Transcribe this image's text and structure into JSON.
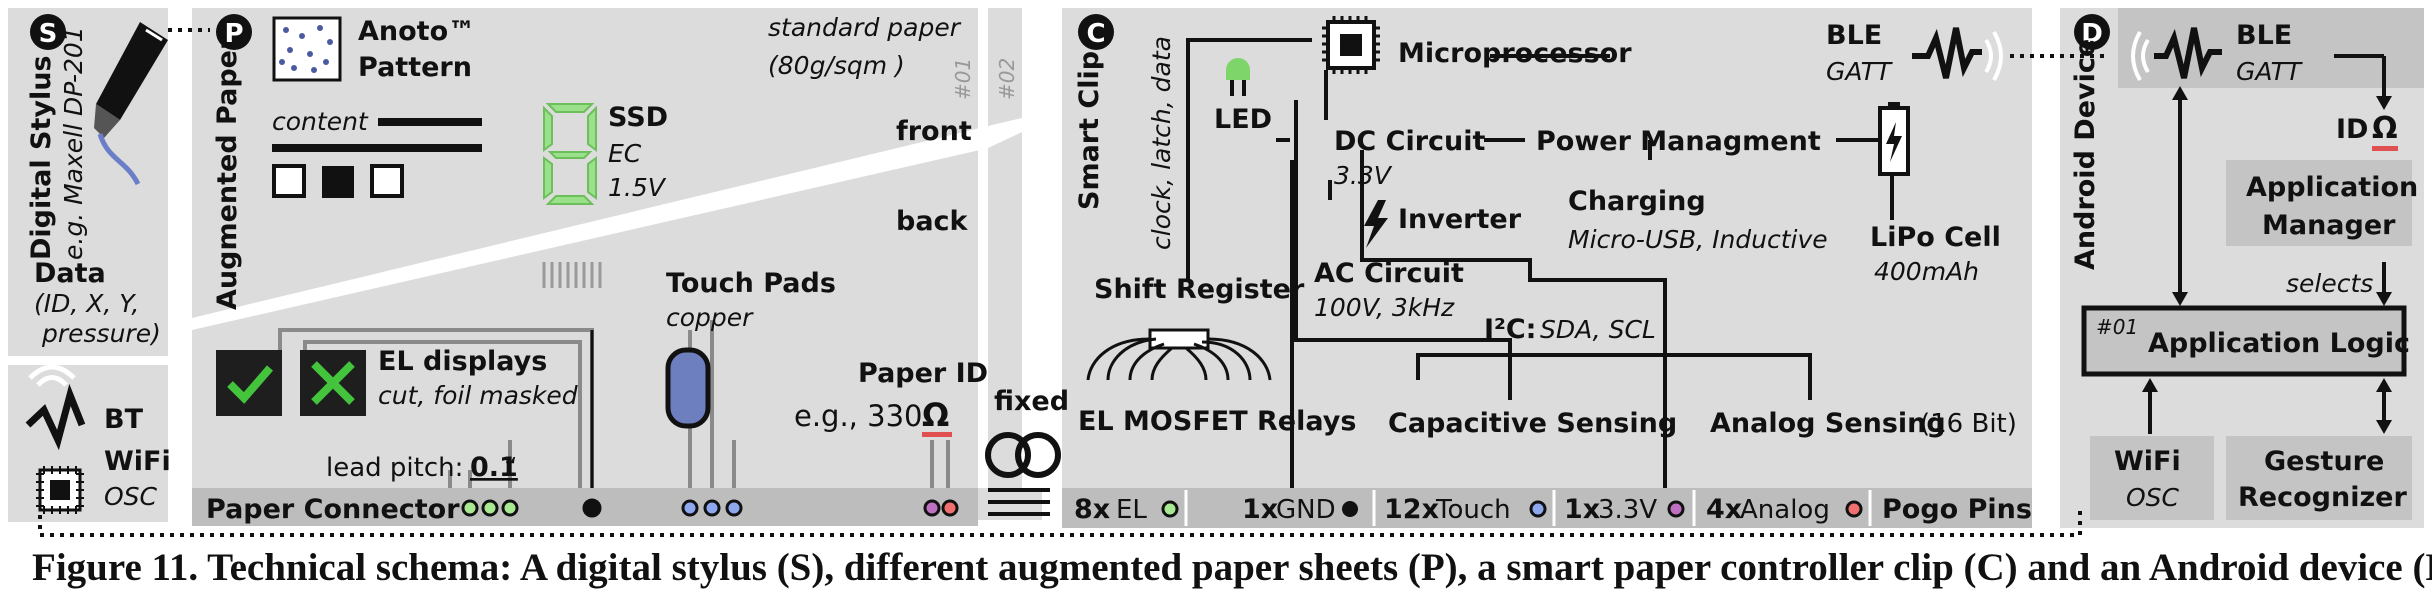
{
  "caption": "Figure 11. Technical schema: A digital stylus (S), different augmented paper sheets (P), a smart paper controller clip (C) and an Android device (D).",
  "stylus": {
    "badge": "S",
    "title": "Digital Stylus",
    "example": "e.g. Maxell DP-201",
    "data_title": "Data",
    "data_lines": [
      "(ID, X, Y,",
      "pressure)"
    ],
    "bt": "BT",
    "wifi": "WiFi",
    "osc": "OSC"
  },
  "paper": {
    "badge": "P",
    "title": "Augmented Paper",
    "anoto_lines": [
      "Anoto™",
      "Pattern"
    ],
    "standard_lines": [
      "standard paper",
      "(80g/sqm )"
    ],
    "sheet_01": "#01",
    "sheet_02": "#02",
    "content": "content",
    "ssd": "SSD",
    "ec": "EC",
    "voltage": "1.5V",
    "front": "front",
    "back": "back",
    "touch_pads": "Touch Pads",
    "copper": "copper",
    "el_displays": "EL displays",
    "el_sub": "cut, foil masked",
    "paper_id": "Paper ID",
    "paper_id_value": "e.g., 330",
    "ohm": "Ω",
    "lead_pitch": "lead pitch:",
    "pitch_value": "0.1",
    "pitch_unit": "“",
    "connector": "Paper Connector",
    "fixed": "fixed"
  },
  "clip": {
    "badge": "C",
    "title": "Smart Clip",
    "bus_label": "clock, latch, data",
    "led": "LED",
    "microprocessor": "Microprocessor",
    "ble": "BLE",
    "gatt": "GATT",
    "dc_circuit": "DC Circuit",
    "dc_voltage": "3.3V",
    "power_mgmt": "Power Managment",
    "charging": "Charging",
    "charging_sub": "Micro-USB, Inductive",
    "inverter": "Inverter",
    "ac_circuit": "AC Circuit",
    "ac_sub": "100V, 3kHz",
    "lipo": "LiPo Cell",
    "lipo_sub": "400mAh",
    "shift_register": "Shift Register",
    "i2c_label": "I²C:",
    "i2c_sub": "SDA, SCL",
    "relays": "EL MOSFET Relays",
    "capacitive": "Capacitive Sensing",
    "analog": "Analog Sensing",
    "analog_bits": "(16 Bit)",
    "pins": [
      {
        "count": "8x",
        "label": "EL"
      },
      {
        "count": "1x",
        "label": "GND"
      },
      {
        "count": "12x",
        "label": "Touch"
      },
      {
        "count": "1x",
        "label": "3.3V"
      },
      {
        "count": "4x",
        "label": "Analog"
      }
    ],
    "pogo": "Pogo Pins"
  },
  "device": {
    "badge": "D",
    "title": "Android Device",
    "ble": "BLE",
    "gatt": "GATT",
    "id": "ID",
    "ohm": "Ω",
    "app_manager_lines": [
      "Application",
      "Manager"
    ],
    "selects": "selects",
    "app_num": "#01",
    "app_logic": "Application Logic",
    "wifi": "WiFi",
    "osc": "OSC",
    "gesture_lines": [
      "Gesture",
      "Recognizer"
    ]
  },
  "colors": {
    "panel": "#dcdcdc",
    "bar": "#bdbdbd",
    "dark_box": "#c4c4c4",
    "check_box": "#1e1e1e",
    "check_green": "#43c43c",
    "led_green": "#7ed66a",
    "ssd_green": "#9be08a",
    "touch_blue": "#6e7fc0",
    "stylus_cord": "#6b7fc8",
    "resistor_red": "#e05050",
    "dot_green": "#a8e890",
    "dot_blue": "#8ea8f0",
    "dot_purple": "#c070c0",
    "dot_red": "#f07070"
  }
}
